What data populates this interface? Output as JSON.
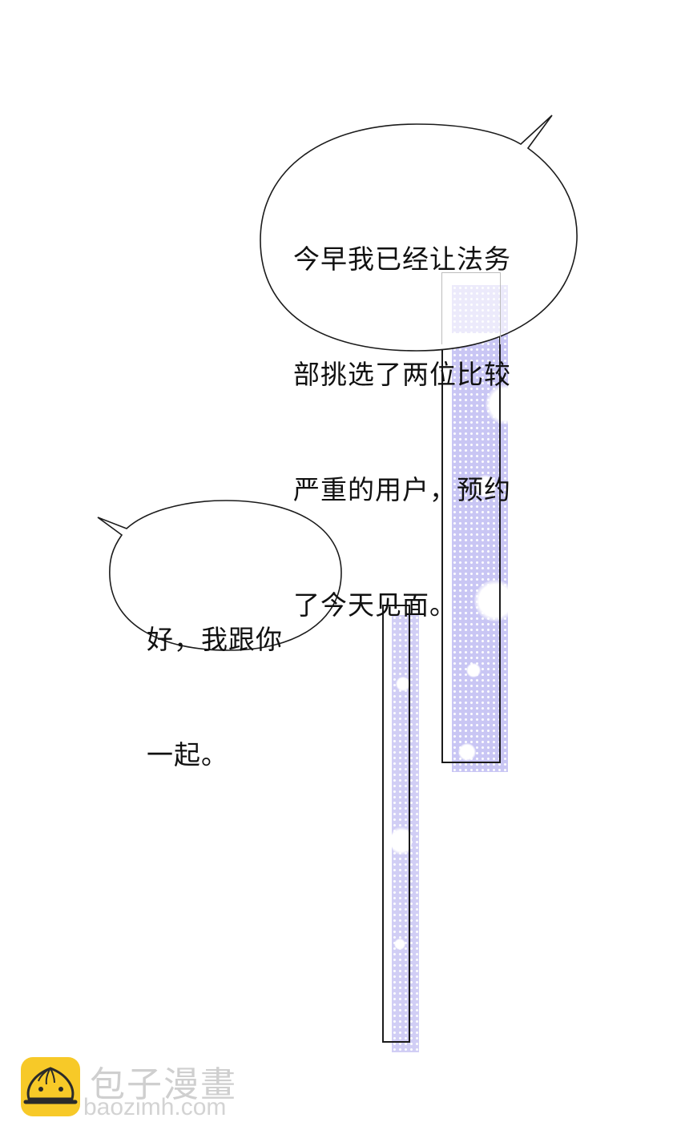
{
  "panel": {
    "background": "#ffffff",
    "accent_strip_color": "#c9c6f4"
  },
  "bubbles": [
    {
      "id": "bubble-top-right",
      "lines": [
        "今早我已经让法务",
        "部挑选了两位比较",
        "严重的用户，预约",
        "了今天见面。"
      ]
    },
    {
      "id": "bubble-left",
      "lines": [
        "好，我跟你",
        "一起。"
      ]
    }
  ],
  "watermark": {
    "logo_icon": "steamed-bun-icon",
    "logo_color": "#f7c928",
    "brand_name": "包子漫畫",
    "url": "baozimh.com"
  }
}
